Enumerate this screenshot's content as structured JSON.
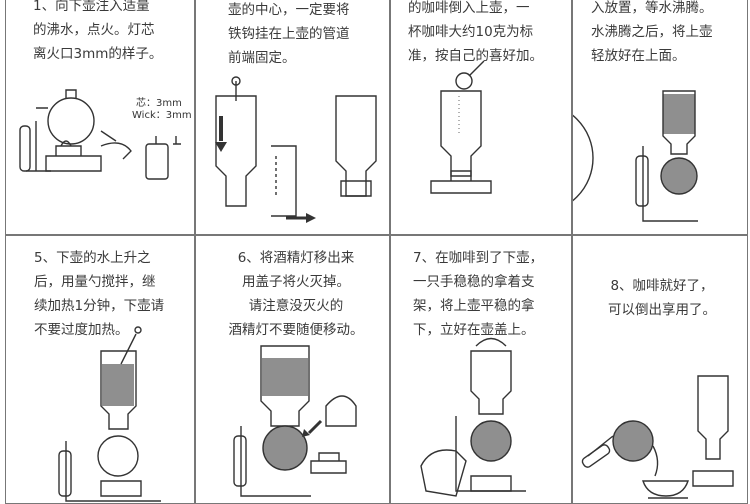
{
  "steps": [
    {
      "id": "1",
      "text": "1、向下壶注入适量\n的沸水，点火。灯芯\n离火口3mm的样子。",
      "note_cn": "芯：3mm",
      "note_en": "Wick：3mm"
    },
    {
      "id": "2",
      "text": "壶的中心，一定要将\n铁钩挂在上壶的管道\n前端固定。"
    },
    {
      "id": "3",
      "text": "的咖啡倒入上壶，一\n杯咖啡大约10克为标\n准，按自己的喜好加。"
    },
    {
      "id": "4",
      "text": "入放置，等水沸腾。\n水沸腾之后，将上壶\n轻放好在上面。"
    },
    {
      "id": "5",
      "text": "5、下壶的水上升之\n后，用量勺搅拌，继\n续加热1分钟，下壶请\n不要过度加热。"
    },
    {
      "id": "6",
      "text": "6、将酒精灯移出来\n用盖子将火灭掉。\n请注意没灭火的\n酒精灯不要随便移动。"
    },
    {
      "id": "7",
      "text": "7、在咖啡到了下壶，\n一只手稳稳的拿着支\n架，将上壶平稳的拿\n下，立好在壶盖上。"
    },
    {
      "id": "8",
      "text": "8、咖啡就好了，\n可以倒出享用了。"
    }
  ],
  "colors": {
    "border": "#777777",
    "liquid": "#8f8f8f",
    "text": "#3a3a3a"
  }
}
